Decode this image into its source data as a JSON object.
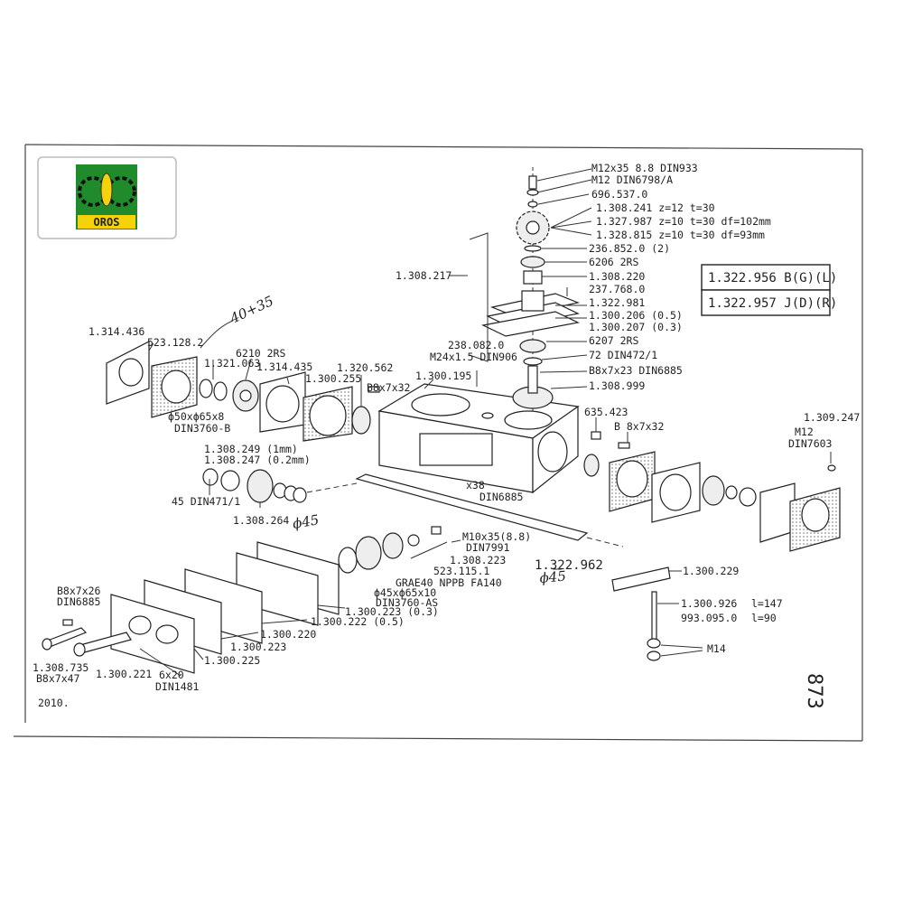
{
  "brand": {
    "logo_text": "OROS"
  },
  "year": "2010.",
  "page_number": "873",
  "variants": [
    "1.322.956 B(G)(L)",
    "1.322.957 J(D)(R)"
  ],
  "handwritten": {
    "note_top": "40+35",
    "dia_left": "ϕ45",
    "dia_right": "ϕ45"
  },
  "labels": {
    "top_bolt": "M12x35 8.8 DIN933",
    "top_washer": "M12 DIN6798/A",
    "l696537": "696.537.0",
    "sprocket1": "1.308.241 z=12 t=30",
    "sprocket2": "1.327.987 z=10 t=30 df=102mm",
    "sprocket3": "1.328.815 z=10 t=30 df=93mm",
    "l236852": "236.852.0 (2)",
    "b6206": "6206 2RS",
    "l1308220": "1.308.220",
    "l237768": "237.768.0",
    "l1322981": "1.322.981",
    "l1300206": "1.300.206 (0.5)",
    "l1300207": "1.300.207 (0.3)",
    "b6207": "6207 2RS",
    "circlip72": "72 DIN472/1",
    "key_b8x7x23": "B8x7x23 DIN6885",
    "l1308999": "1.308.999",
    "l1308217": "1.308.217",
    "l238082": "238.082.0",
    "m24": "M24x1.5 DIN906",
    "l1300195": "1.300.195",
    "l1320562": "1.320.562",
    "key_b8x7x32a": "B8x7x32",
    "l1300255": "1.300.255",
    "l1314435": "1.314.435",
    "b6210": "6210 2RS",
    "l1321063": "1.321.063",
    "l523128": "523.128.2",
    "l1314436": "1.314.436",
    "seal50": "ϕ50xϕ65x8",
    "din3760b": "DIN3760-B",
    "l1308249": "1.308.249 (1mm)",
    "l1308247": "1.308.247 (0.2mm)",
    "circlip45": "45 DIN471/1",
    "l1308264": "1.308.264",
    "l635423": "635.423",
    "key_b8x7x32b": "B 8x7x32",
    "l1309247": "1.309.247",
    "m12": "M12",
    "din7603": "DIN7603",
    "key_x38": "x38",
    "din6885_c": "DIN6885",
    "m10": "M10x35(8.8)",
    "din7991": "DIN7991",
    "l1308223": "1.308.223",
    "l523115": "523.115.1",
    "grae": "GRAE40 NPPB FA140",
    "seal45": "ϕ45xϕ65x10",
    "din3760a": "DIN3760-AS",
    "l1300223a": "1.300.223 (0.3)",
    "l1300222": "1.300.222 (0.5)",
    "l1300220": "1.300.220",
    "l1300223b": "1.300.223",
    "l1300225": "1.300.225",
    "l1322962": "1.322.962",
    "l1300229": "1.300.229",
    "l1300926": "1.300.926",
    "l147": "l=147",
    "l993095": "993.095.0",
    "l90": "l=90",
    "m14": "M14",
    "key_b8x7x26": "B8x7x26",
    "din6885_a": "DIN6885",
    "l1308735": "1.308.735",
    "key_b8x7x47": "B8x7x47",
    "l1300221": "1.300.221",
    "pin6x20": "6x20",
    "din1481": "DIN1481"
  }
}
